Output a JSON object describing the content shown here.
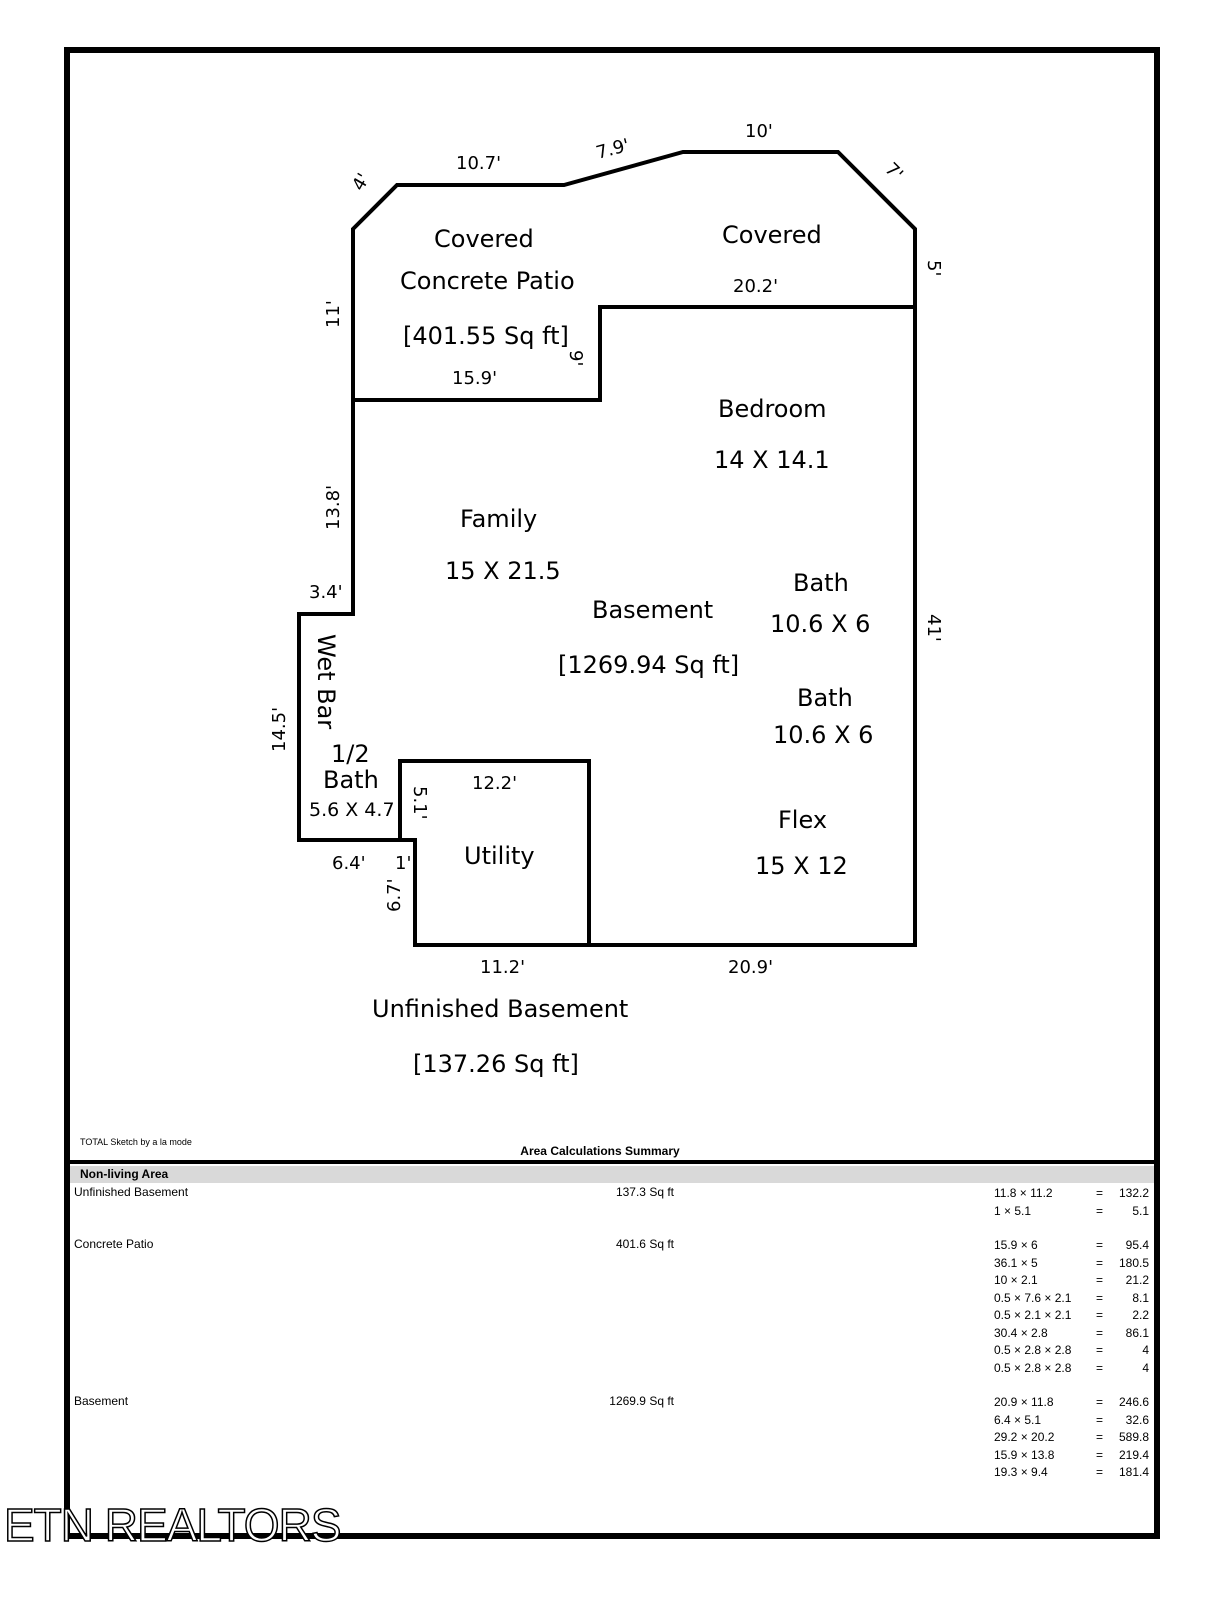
{
  "plan": {
    "dimensions": {
      "d_4": "4'",
      "d_10_7": "10.7'",
      "d_7_9": "7.9'",
      "d_10": "10'",
      "d_7": "7'",
      "d_5": "5'",
      "d_20_2": "20.2'",
      "d_11": "11'",
      "d_9": "9'",
      "d_15_9": "15.9'",
      "d_13_8": "13.8'",
      "d_3_4": "3.4'",
      "d_14_5": "14.5'",
      "d_41": "41'",
      "d_12_2": "12.2'",
      "d_5_1": "5.1'",
      "d_6_4": "6.4'",
      "d_1": "1'",
      "d_6_7": "6.7'",
      "d_11_2": "11.2'",
      "d_20_9": "20.9'"
    },
    "labels": {
      "covered_1": "Covered",
      "concrete_patio": "Concrete Patio",
      "patio_area": "[401.55 Sq ft]",
      "covered_2": "Covered",
      "bedroom": "Bedroom",
      "bedroom_size": "14 X 14.1",
      "family": "Family",
      "family_size": "15 X 21.5",
      "basement": "Basement",
      "basement_area": "[1269.94 Sq ft]",
      "bath_1": "Bath",
      "bath_1_size": "10.6 X 6",
      "bath_2": "Bath",
      "bath_2_size": "10.6 X 6",
      "wet_bar": "Wet Bar",
      "half": "1/2",
      "half_bath": "Bath",
      "half_bath_size": "5.6 X 4.7",
      "utility": "Utility",
      "flex": "Flex",
      "flex_size": "15 X 12",
      "unfinished_basement": "Unfinished Basement",
      "unfinished_area": "[137.26 Sq ft]"
    }
  },
  "credit": "TOTAL Sketch by a la mode",
  "summary": {
    "title": "Area Calculations Summary",
    "section": "Non-living Area",
    "areas": [
      {
        "name": "Unfinished Basement",
        "total": "137.3 Sq ft",
        "calcs": [
          {
            "expr": "11.8 × 11.2",
            "result": "132.2"
          },
          {
            "expr": "1 × 5.1",
            "result": "5.1"
          }
        ]
      },
      {
        "name": "Concrete Patio",
        "total": "401.6 Sq ft",
        "calcs": [
          {
            "expr": "15.9 × 6",
            "result": "95.4"
          },
          {
            "expr": "36.1 × 5",
            "result": "180.5"
          },
          {
            "expr": "10 × 2.1",
            "result": "21.2"
          },
          {
            "expr": "0.5 × 7.6 × 2.1",
            "result": "8.1"
          },
          {
            "expr": "0.5 × 2.1 × 2.1",
            "result": "2.2"
          },
          {
            "expr": "30.4 × 2.8",
            "result": "86.1"
          },
          {
            "expr": "0.5 × 2.8 × 2.8",
            "result": "4"
          },
          {
            "expr": "0.5 × 2.8 × 2.8",
            "result": "4"
          }
        ]
      },
      {
        "name": "Basement",
        "total": "1269.9 Sq ft",
        "calcs": [
          {
            "expr": "20.9 × 11.8",
            "result": "246.6"
          },
          {
            "expr": "6.4 × 5.1",
            "result": "32.6"
          },
          {
            "expr": "29.2 × 20.2",
            "result": "589.8"
          },
          {
            "expr": "15.9 × 13.8",
            "result": "219.4"
          },
          {
            "expr": "19.3 × 9.4",
            "result": "181.4"
          }
        ]
      }
    ]
  },
  "watermark": "ETN REALTORS"
}
